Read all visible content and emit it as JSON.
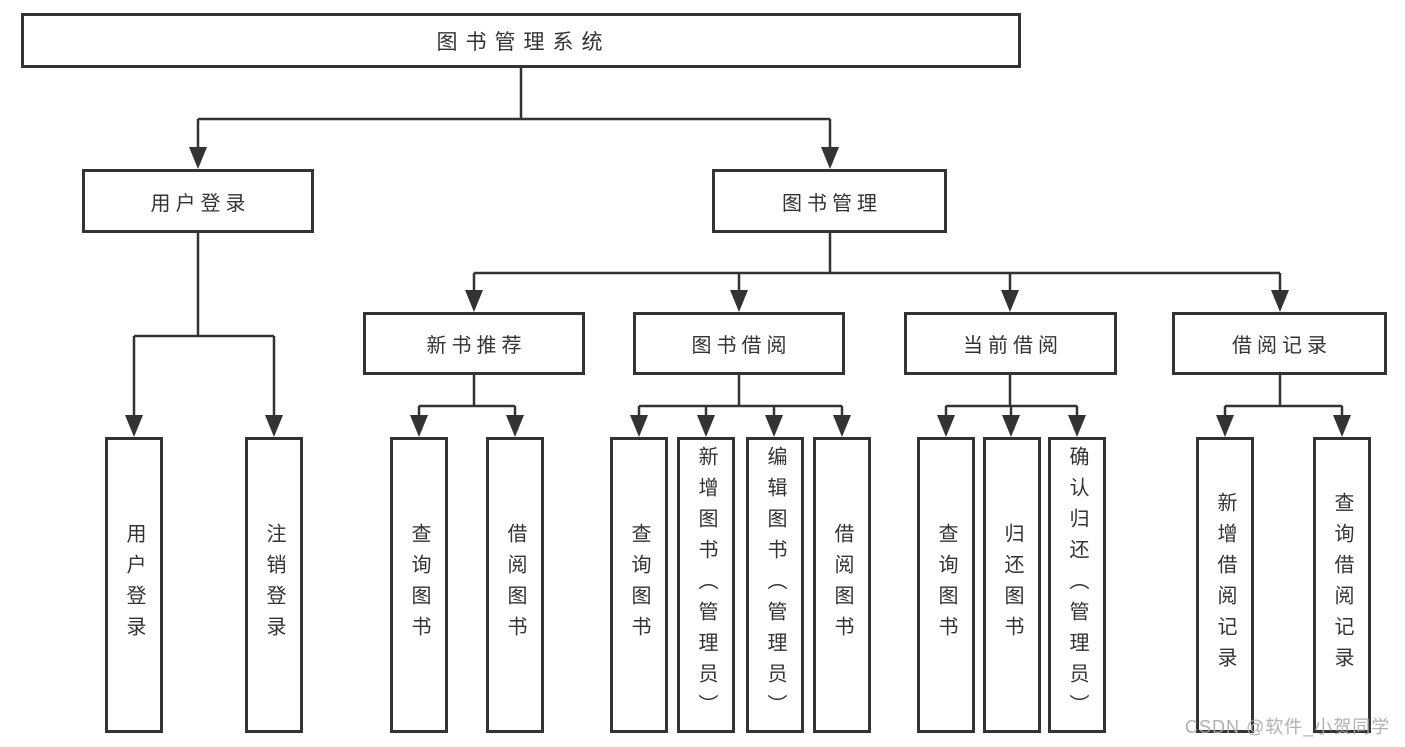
{
  "colors": {
    "line": "#333333",
    "border": "#333333",
    "text": "#333333",
    "node_fill": "#ffffff",
    "background": "#ffffff",
    "watermark": "#a8a8a8"
  },
  "watermark": {
    "text": "CSDN @软件_小贺同学"
  },
  "tree": {
    "label": "图书管理系统",
    "children": [
      {
        "label": "用户登录",
        "children": [
          {
            "label": "用户登录"
          },
          {
            "label": "注销登录"
          }
        ]
      },
      {
        "label": "图书管理",
        "children": [
          {
            "label": "新书推荐",
            "children": [
              {
                "label": "查询图书"
              },
              {
                "label": "借阅图书"
              }
            ]
          },
          {
            "label": "图书借阅",
            "children": [
              {
                "label": "查询图书"
              },
              {
                "label": "新增图书（管理员）"
              },
              {
                "label": "编辑图书（管理员）"
              },
              {
                "label": "借阅图书"
              }
            ]
          },
          {
            "label": "当前借阅",
            "children": [
              {
                "label": "查询图书"
              },
              {
                "label": "归还图书"
              },
              {
                "label": "确认归还（管理员）"
              }
            ]
          },
          {
            "label": "借阅记录",
            "children": [
              {
                "label": "新增借阅记录"
              },
              {
                "label": "查询借阅记录"
              }
            ]
          }
        ]
      }
    ]
  }
}
